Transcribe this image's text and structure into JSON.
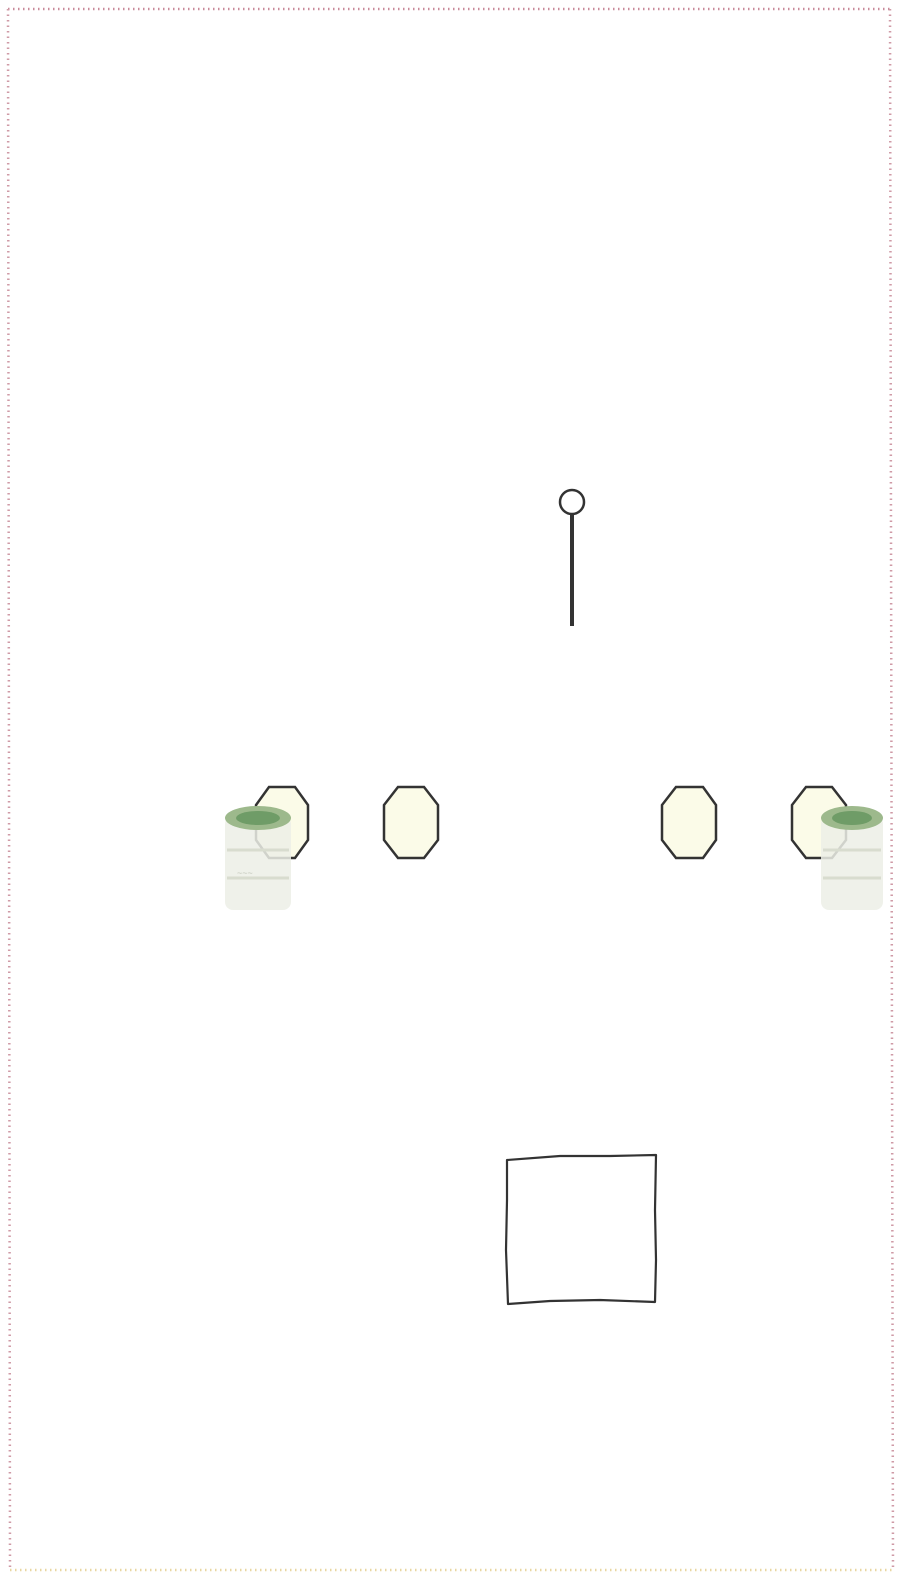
{
  "colors": {
    "border_top": "#c98a9a",
    "border_side": "#cf9aa6",
    "border_bottom": "#e8d6a0",
    "stroke": "#333333",
    "octagon_fill": "#fbfbe8",
    "drum_body": "#ecefe6",
    "drum_top": "#9db98c",
    "drum_top_center": "#6f9c67"
  },
  "icons": {
    "pin": "pin-marker-icon",
    "octagon": "octagon-icon",
    "drum": "barrel-icon",
    "square": "square-box-icon"
  },
  "items": {
    "pin_count": 1,
    "octagon_count": 4,
    "drum_count": 2,
    "square_count": 1
  }
}
